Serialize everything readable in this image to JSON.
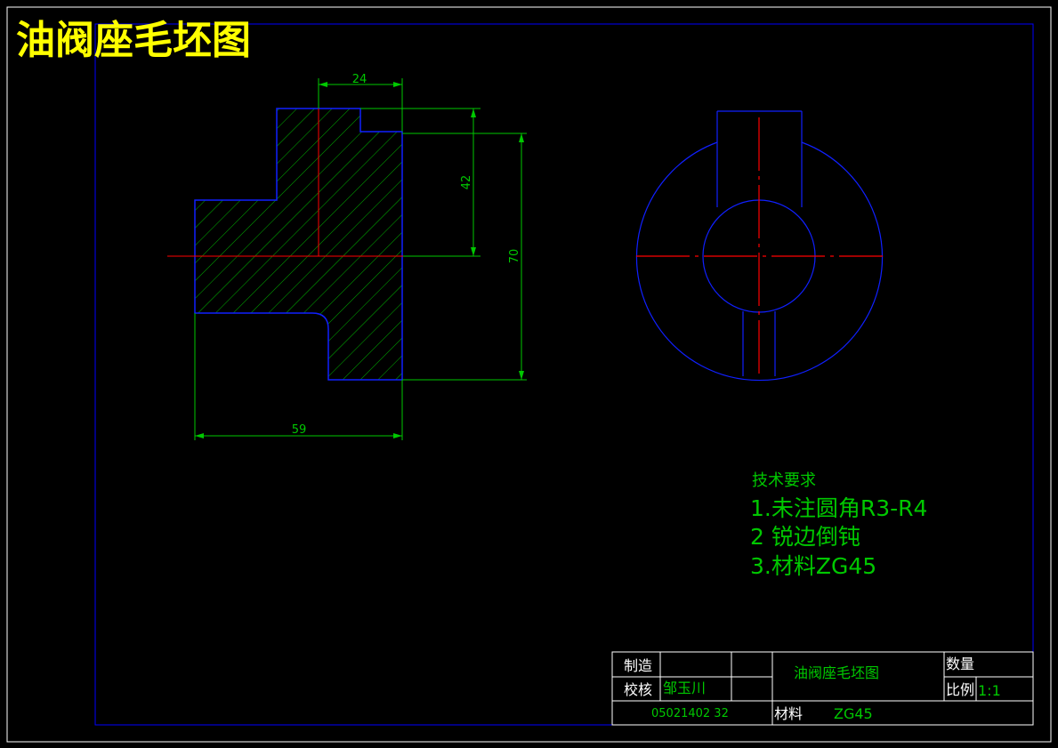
{
  "title": "油阀座毛坯图",
  "colors": {
    "background": "#000000",
    "border": "#ffffff",
    "frame": "#0000ff",
    "outline": "#1020ff",
    "center": "#ff0000",
    "dimension": "#00c800",
    "title": "#ffff00",
    "table_line": "#ffffff",
    "table_text": "#ffffff",
    "table_value": "#00c800"
  },
  "dimensions": {
    "top_width": "24",
    "inner_height": "42",
    "total_height": "70",
    "total_width": "59"
  },
  "tech_requirements": {
    "heading": "技术要求",
    "items": [
      "1.未注圆角R3-R4",
      "2 锐边倒钝",
      "3.材料ZG45"
    ]
  },
  "title_block": {
    "made_by_label": "制造",
    "checked_by_label": "校核",
    "checker_name": "邹玉川",
    "drawing_name": "油阀座毛坯图",
    "quantity_label": "数量",
    "scale_label": "比例",
    "scale_value": "1:1",
    "id_number": "05021402 32",
    "material_label": "材料",
    "material_value": "ZG45"
  }
}
